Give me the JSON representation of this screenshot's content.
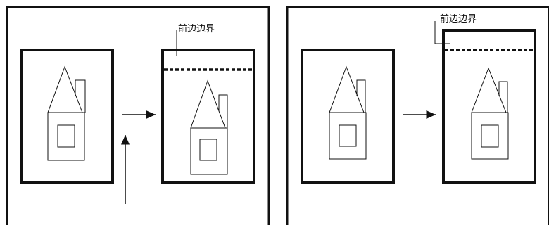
{
  "labels": {
    "front_margin_left": "前边边界",
    "front_margin_right": "前边边界"
  },
  "colors": {
    "stroke": "#111111",
    "background": "#ffffff"
  },
  "panels": [
    {
      "id": "left-panel",
      "items": [
        "original-page",
        "arrow-right",
        "arrow-up",
        "shifted-page-down"
      ]
    },
    {
      "id": "right-panel",
      "items": [
        "original-page",
        "arrow-right",
        "shifted-page-up"
      ]
    }
  ]
}
